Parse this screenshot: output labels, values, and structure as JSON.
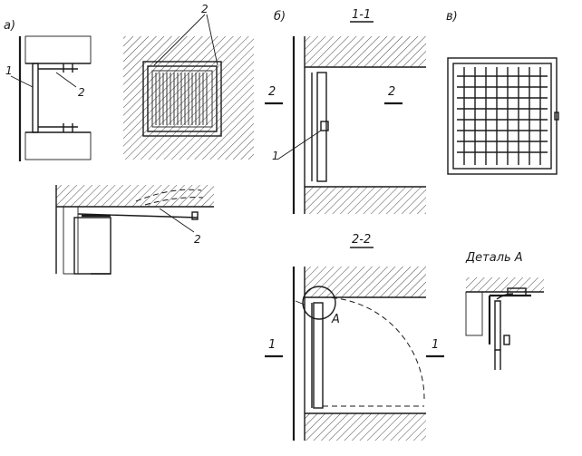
{
  "labels": {
    "view_a": "а)",
    "view_b": "б)",
    "view_v": "в)",
    "section_11": "1-1",
    "section_22": "2-2",
    "detail_title": "Деталь А",
    "callout_1": "1",
    "callout_2": "2",
    "detail_mark": "A",
    "cut_1": "1",
    "cut_2": "2"
  },
  "colors": {
    "line": "#1a1a1a",
    "background": "#ffffff"
  }
}
